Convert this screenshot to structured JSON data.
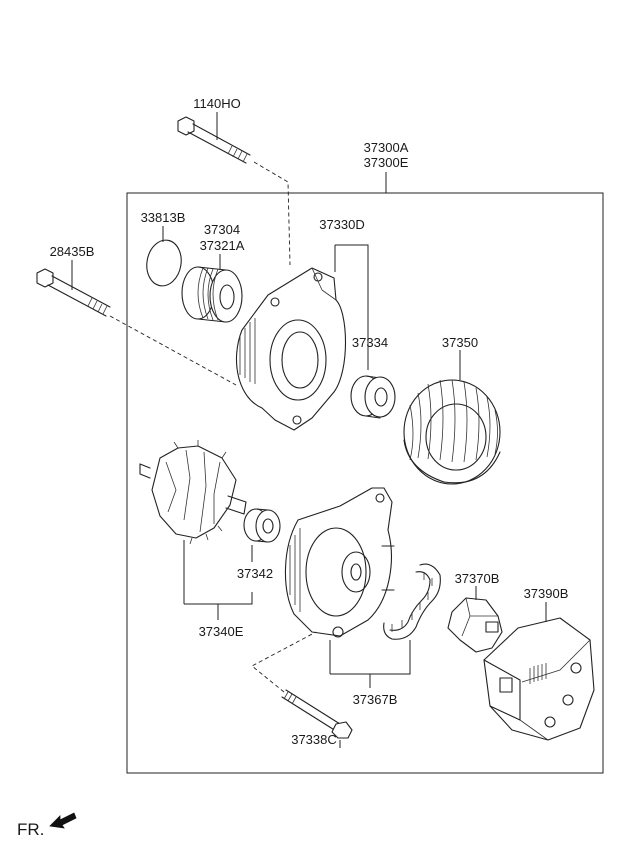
{
  "diagram": {
    "fr_label": "FR.",
    "callouts": {
      "bolt_top": "1140HO",
      "assembly_a": "37300A",
      "assembly_e": "37300E",
      "pulley_ring": "33813B",
      "pulley_a": "37304",
      "pulley_b": "37321A",
      "front_bracket": "37330D",
      "bolt_left": "28435B",
      "front_bearing": "37334",
      "stator": "37350",
      "rear_bearing": "37342",
      "rotor": "37340E",
      "regulator": "37370B",
      "rear_cover": "37390B",
      "rectifier": "37367B",
      "through_bolt": "37338C"
    }
  }
}
